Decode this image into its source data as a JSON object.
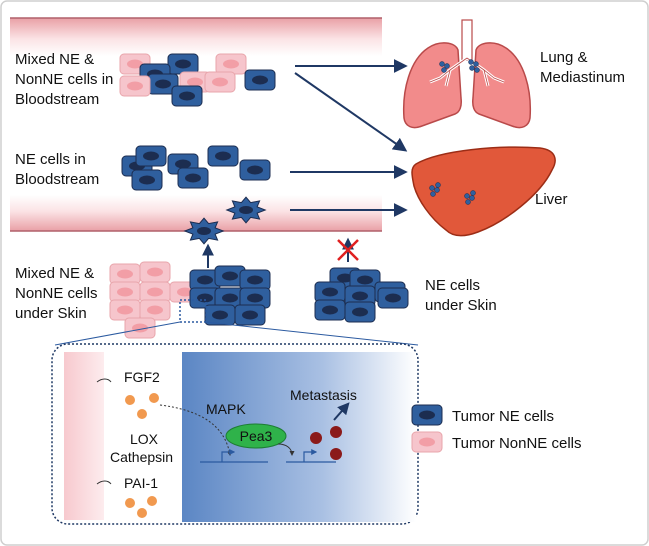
{
  "labels": {
    "mixed_bloodstream": [
      "Mixed NE &",
      "NonNE cells in",
      "Bloodstream"
    ],
    "ne_bloodstream": [
      "NE cells in",
      "Bloodstream"
    ],
    "mixed_skin": [
      "Mixed NE &",
      "NonNE cells",
      "under Skin"
    ],
    "ne_skin": [
      "NE cells",
      "under Skin"
    ],
    "lung": [
      "Lung &",
      "Mediastinum"
    ],
    "liver": "Liver"
  },
  "inset": {
    "fgf2": "FGF2",
    "lox": "LOX",
    "cathepsin": "Cathepsin",
    "pai1": "PAI-1",
    "mapk": "MAPK",
    "pea3": "Pea3",
    "metastasis": "Metastasis"
  },
  "legend": [
    {
      "label": "Tumor NE cells",
      "type": "ne"
    },
    {
      "label": "Tumor NonNE cells",
      "type": "nonne"
    }
  ],
  "colors": {
    "ne_fill": "#2f5f9e",
    "ne_nucleus": "#1c2d50",
    "nonne_fill": "#f6c5cc",
    "nonne_nucleus": "#f29ea6",
    "vessel": "#e8a5ab",
    "arrow": "#1f3864",
    "block_x": "#e02020",
    "liver": "#e1583a",
    "lung": "#f28b8b",
    "pea3": "#2fb24a",
    "fgf_dot": "#f1994f",
    "metastasis_dot": "#8b1a1a"
  }
}
